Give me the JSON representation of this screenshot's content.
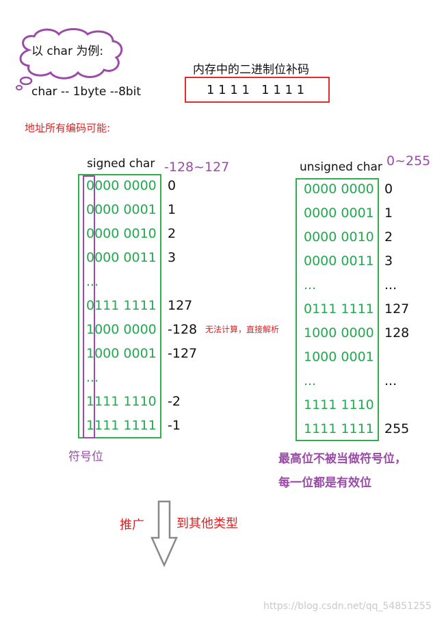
{
  "top": {
    "cloud_text": "以 char 为例:",
    "memory_label": "内存中的二进制位补码",
    "char_size": "char -- 1byte --8bit",
    "bits_box": "1 1 1 1   1 1 1 1",
    "all_codes_label": "地址所有编码可能:"
  },
  "signed": {
    "title": "signed char",
    "range": "-128~127",
    "rows": [
      {
        "bin": "0000 0000",
        "dec": "0"
      },
      {
        "bin": "0000 0001",
        "dec": "1"
      },
      {
        "bin": "0000 0010",
        "dec": "2"
      },
      {
        "bin": "0000 0011",
        "dec": "3"
      },
      {
        "bin": "...",
        "dec": ""
      },
      {
        "bin": "0111 1111",
        "dec": "127"
      },
      {
        "bin": "1000 0000",
        "dec": "-128"
      },
      {
        "bin": "1000 0001",
        "dec": "-127"
      },
      {
        "bin": "...",
        "dec": ""
      },
      {
        "bin": "1111 1110",
        "dec": "-2"
      },
      {
        "bin": "1111 1111",
        "dec": "-1"
      }
    ],
    "note": "无法计算，直接解析",
    "sign_bit_label": "符号位"
  },
  "unsigned": {
    "title": "unsigned char",
    "range": "0~255",
    "rows": [
      {
        "bin": "0000 0000",
        "dec": "0"
      },
      {
        "bin": "0000 0001",
        "dec": "1"
      },
      {
        "bin": "0000 0010",
        "dec": "2"
      },
      {
        "bin": "0000 0011",
        "dec": "3"
      },
      {
        "bin": "...",
        "dec": "..."
      },
      {
        "bin": "0111 1111",
        "dec": "127"
      },
      {
        "bin": "1000 0000",
        "dec": "128"
      },
      {
        "bin": "1000 0001",
        "dec": ""
      },
      {
        "bin": "...",
        "dec": "..."
      },
      {
        "bin": "1111 1110",
        "dec": ""
      },
      {
        "bin": "1111 1111",
        "dec": "255"
      }
    ],
    "note_line1": "最高位不被当做符号位，",
    "note_line2": "每一位都是有效位"
  },
  "bottom": {
    "left_text": "推广",
    "right_text": "到其他类型"
  },
  "watermark": "https://blog.csdn.net/qq_54851255",
  "colors": {
    "green": "#22a94f",
    "purple": "#9b4aa8",
    "red": "#e02020"
  }
}
